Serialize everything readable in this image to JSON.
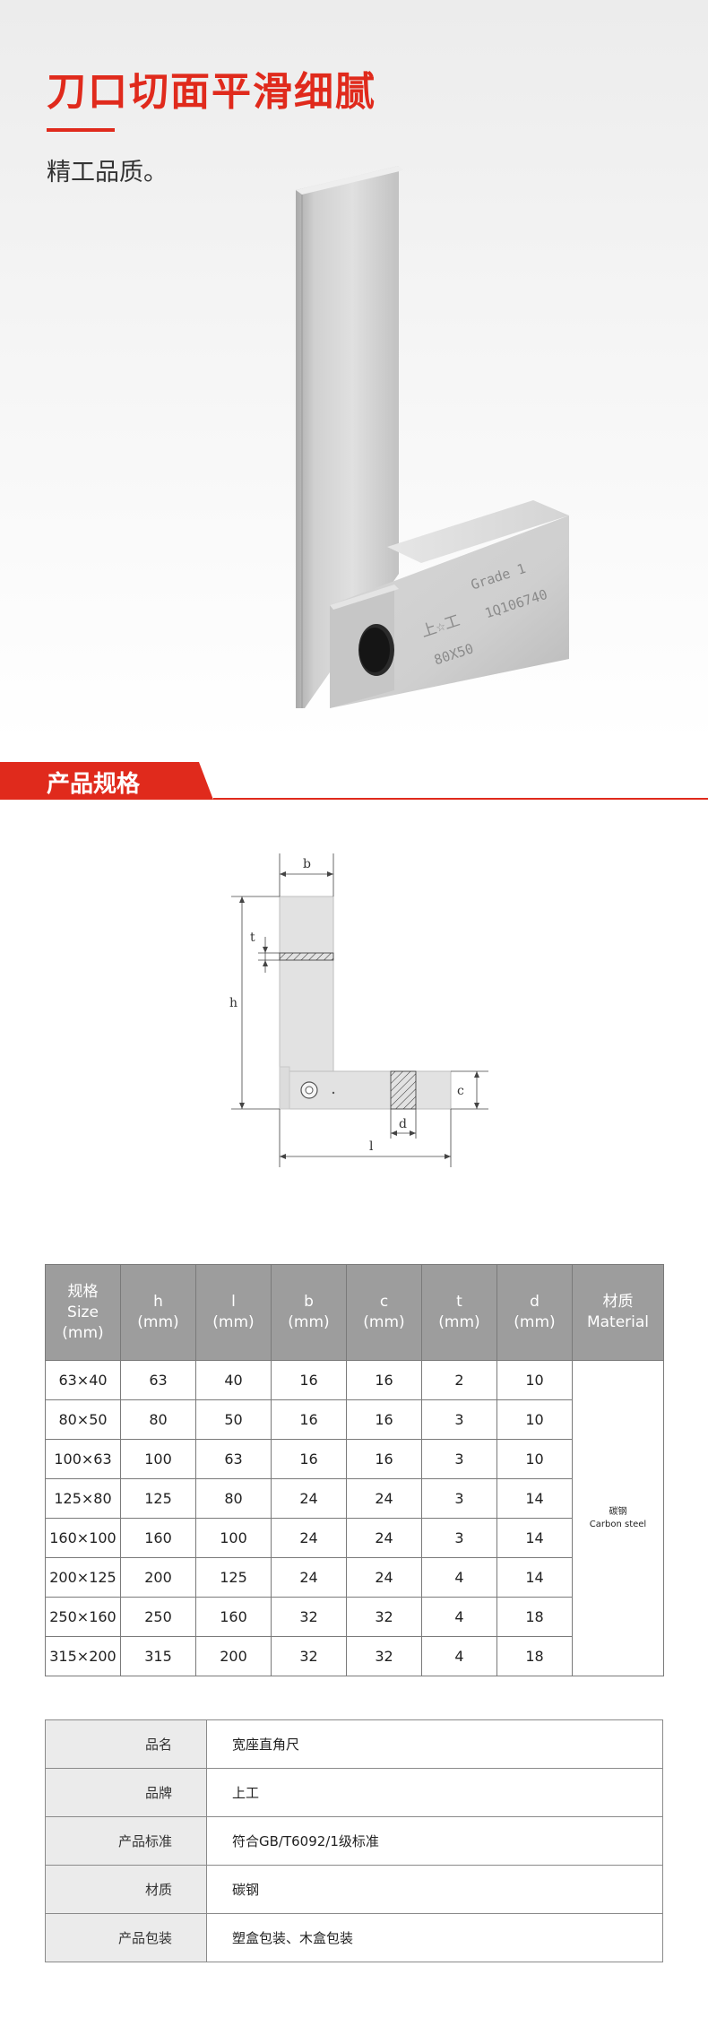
{
  "hero": {
    "title": "刀口切面平滑细腻",
    "subtitle": "精工品质。",
    "engravings": {
      "grade": "Grade 1",
      "serial": "1Q106740",
      "size": "80X50",
      "logo": "上☆工"
    }
  },
  "section": {
    "title": "产品规格"
  },
  "diagram": {
    "labels": {
      "b": "b",
      "t": "t",
      "h": "h",
      "c": "c",
      "d": "d",
      "l": "l"
    }
  },
  "spec_table": {
    "headers": [
      [
        "规格",
        "Size",
        "(mm)"
      ],
      [
        "h",
        "(mm)"
      ],
      [
        "l",
        "(mm)"
      ],
      [
        "b",
        "(mm)"
      ],
      [
        "c",
        "(mm)"
      ],
      [
        "t",
        "(mm)"
      ],
      [
        "d",
        "(mm)"
      ],
      [
        "材质",
        "Material"
      ]
    ],
    "rows": [
      [
        "63×40",
        "63",
        "40",
        "16",
        "16",
        "2",
        "10"
      ],
      [
        "80×50",
        "80",
        "50",
        "16",
        "16",
        "3",
        "10"
      ],
      [
        "100×63",
        "100",
        "63",
        "16",
        "16",
        "3",
        "10"
      ],
      [
        "125×80",
        "125",
        "80",
        "24",
        "24",
        "3",
        "14"
      ],
      [
        "160×100",
        "160",
        "100",
        "24",
        "24",
        "3",
        "14"
      ],
      [
        "200×125",
        "200",
        "125",
        "24",
        "24",
        "4",
        "14"
      ],
      [
        "250×160",
        "250",
        "160",
        "32",
        "32",
        "4",
        "18"
      ],
      [
        "315×200",
        "315",
        "200",
        "32",
        "32",
        "4",
        "18"
      ]
    ],
    "material": [
      "碳钢",
      "Carbon steel"
    ]
  },
  "info_table": [
    {
      "label": "品名",
      "value": "宽座直角尺"
    },
    {
      "label": "品牌",
      "value": "上工"
    },
    {
      "label": "产品标准",
      "value": "符合GB/T6092/1级标准"
    },
    {
      "label": "材质",
      "value": "碳钢"
    },
    {
      "label": "产品包装",
      "value": "塑盒包装、木盒包装"
    }
  ],
  "colors": {
    "accent": "#e02a1c",
    "table_header": "#9d9d9d",
    "label_cell": "#ebebeb"
  }
}
